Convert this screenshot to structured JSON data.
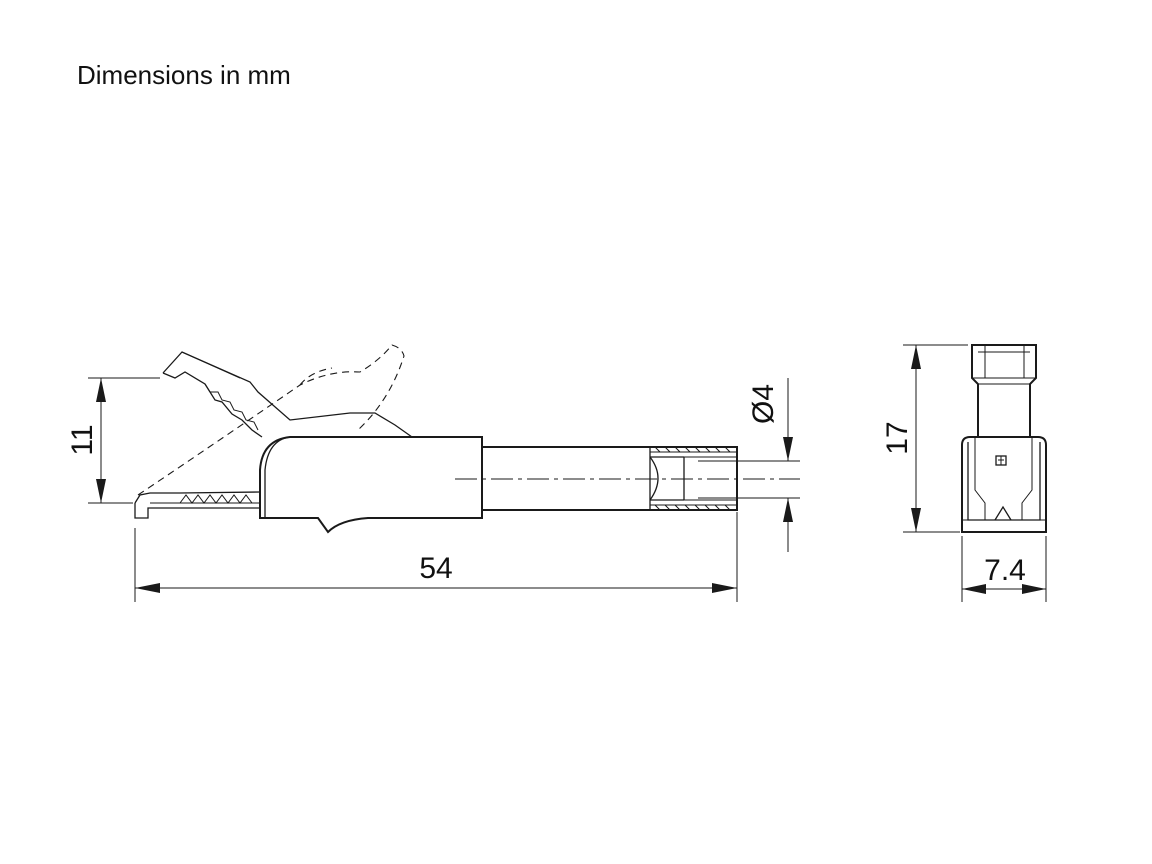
{
  "caption": "Dimensions in mm",
  "dimensions": {
    "length": "54",
    "height": "11",
    "diameter": "Ø4",
    "total_height": "17",
    "width": "7.4"
  }
}
